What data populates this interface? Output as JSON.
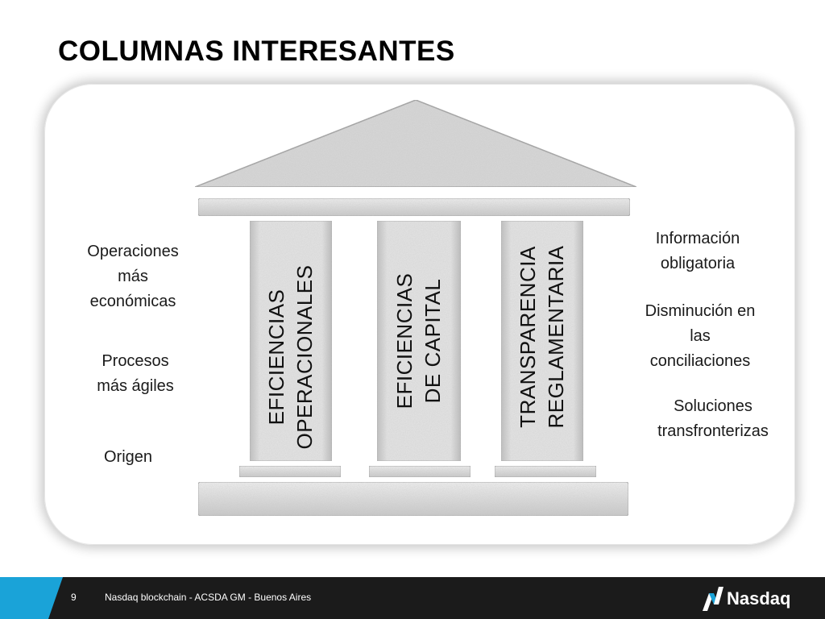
{
  "title": "COLUMNAS INTERESANTES",
  "columns": [
    {
      "line1": "EFICIENCIAS",
      "line2": "OPERACIONALES"
    },
    {
      "line1": "EFICIENCIAS",
      "line2": "DE CAPITAL"
    },
    {
      "line1": "TRANSPARENCIA",
      "line2": "REGLAMENTARIA"
    }
  ],
  "left_items": [
    {
      "lines": [
        "Operaciones",
        "más",
        "económicas"
      ]
    },
    {
      "lines": [
        "Procesos",
        "más ágiles"
      ]
    },
    {
      "lines": [
        "Origen"
      ]
    }
  ],
  "right_items": [
    {
      "lines": [
        "Información",
        "obligatoria"
      ]
    },
    {
      "lines": [
        "Disminución en",
        "las",
        "conciliaciones"
      ]
    },
    {
      "lines": [
        "Soluciones",
        "transfronterizas"
      ]
    }
  ],
  "footer": {
    "page_number": "9",
    "text": "Nasdaq blockchain - ACSDA GM - Buenos Aires",
    "logo_text": "Nasdaq"
  },
  "colors": {
    "footer_bg": "#1b1b1b",
    "accent": "#1aa3d8",
    "stone": "#dcdcdc"
  }
}
